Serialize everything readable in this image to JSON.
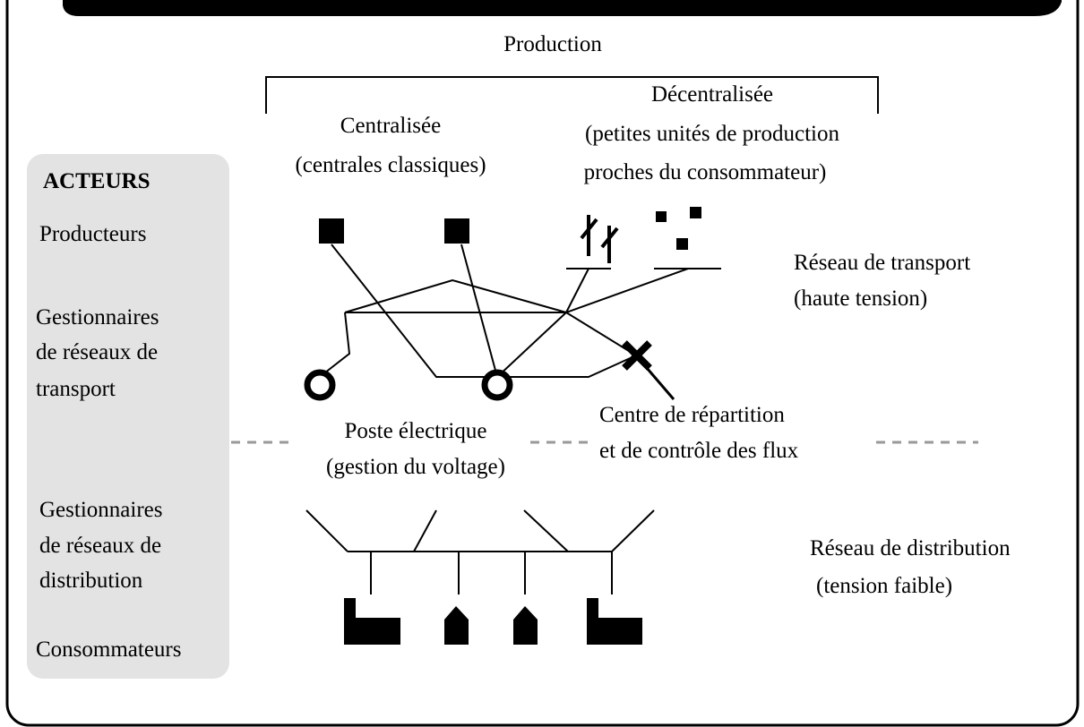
{
  "header": {
    "production": "Production",
    "centralisee_title": "Centralisée",
    "centralisee_sub": "(centrales classiques)",
    "decentralisee_title": "Décentralisée",
    "decentralisee_sub1": "(petites unités de production",
    "decentralisee_sub2": "proches du consommateur)"
  },
  "actors": {
    "title": "ACTEURS",
    "producteurs": "Producteurs",
    "gest_transport_1": "Gestionnaires",
    "gest_transport_2": "de réseaux de",
    "gest_transport_3": "transport",
    "gest_distribution_1": "Gestionnaires",
    "gest_distribution_2": "de réseaux de",
    "gest_distribution_3": "distribution",
    "consommateurs": "Consommateurs"
  },
  "labels": {
    "reseau_transport_1": "Réseau de transport",
    "reseau_transport_2": "(haute tension)",
    "poste_1": "Poste électrique",
    "poste_2": "(gestion du voltage)",
    "centre_1": "Centre de répartition",
    "centre_2": "et de contrôle des flux",
    "reseau_distribution_1": "Réseau de distribution",
    "reseau_distribution_2": "(tension faible)"
  },
  "colors": {
    "actors_panel": "#e3e3e3",
    "divider": "#999999",
    "ink": "#000000"
  }
}
